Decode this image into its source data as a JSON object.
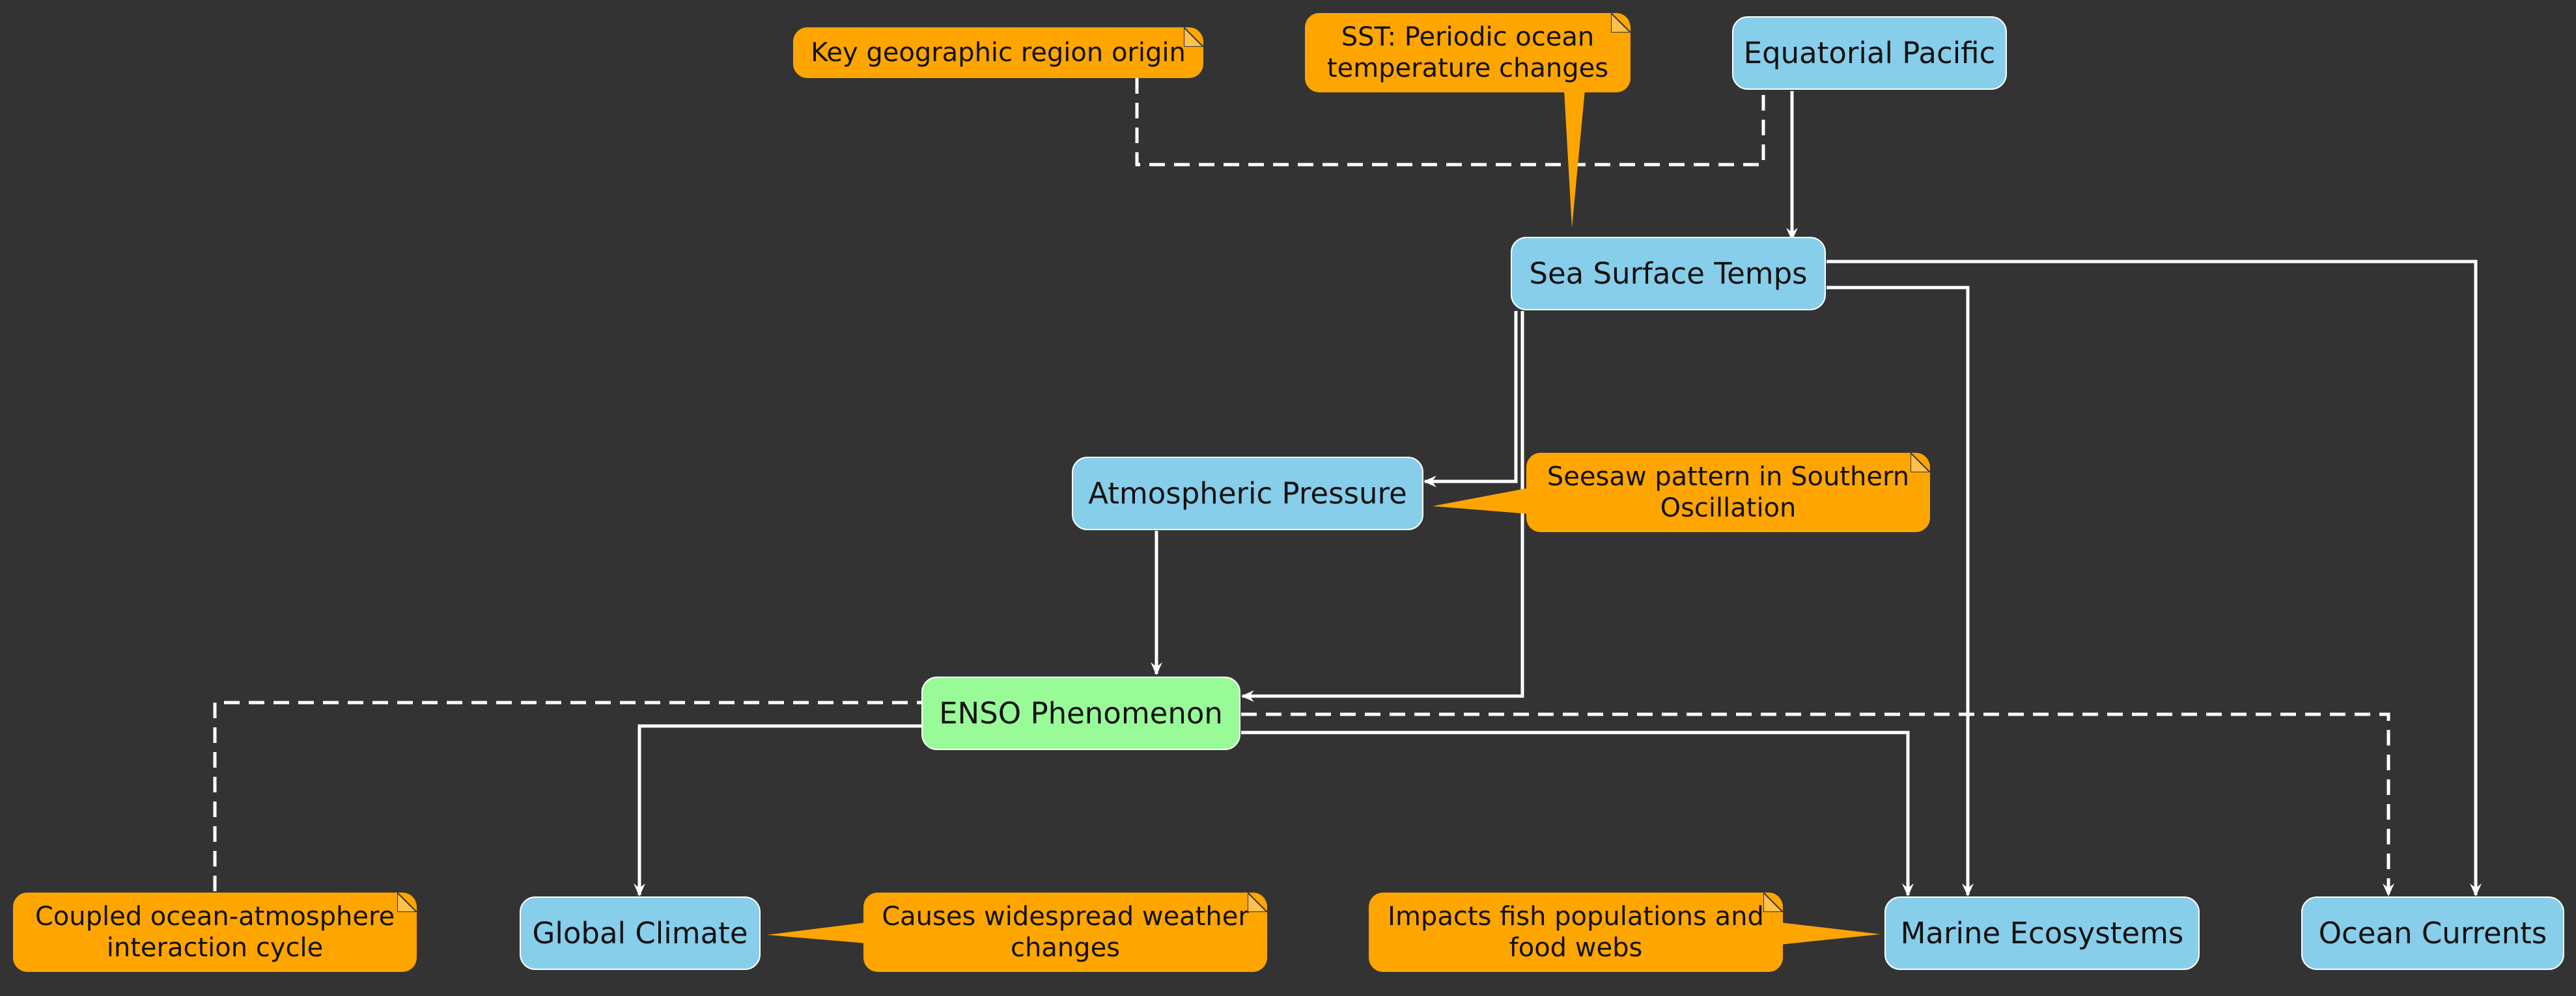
{
  "colors": {
    "background": "#333333",
    "node_fill": "#87CEEB",
    "central_node_fill": "#98FB98",
    "note_fill": "#FFA500",
    "edge": "#FFFFFF",
    "text": "#111111"
  },
  "nodes": {
    "equatorial_pacific": "Equatorial Pacific",
    "sea_surface_temps": "Sea Surface Temps",
    "atmospheric_pressure": "Atmospheric Pressure",
    "enso_phenomenon": "ENSO Phenomenon",
    "global_climate": "Global Climate",
    "marine_ecosystems": "Marine Ecosystems",
    "ocean_currents": "Ocean Currents"
  },
  "notes": {
    "region_origin": "Key geographic region origin",
    "sst": "SST: Periodic ocean\ntemperature changes",
    "seesaw": "Seesaw pattern in Southern\nOscillation",
    "coupled": "Coupled ocean-atmosphere\ninteraction cycle",
    "weather": "Causes widespread weather\nchanges",
    "fish": "Impacts fish populations and\nfood webs"
  }
}
